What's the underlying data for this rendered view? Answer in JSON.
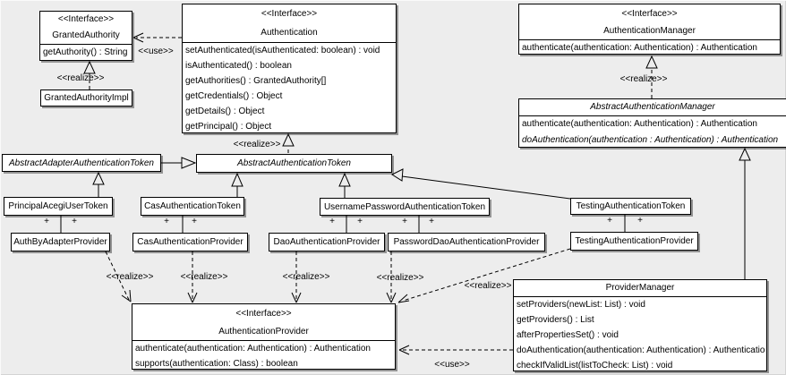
{
  "labels": {
    "plus": "+",
    "use": "&lt;&lt;use&gt;&gt;",
    "use_text": "<<use>>",
    "realize_text": "<<realize>>"
  },
  "classes": {
    "granted_authority": {
      "stereotype": "<<Interface>>",
      "name": "GrantedAuthority",
      "methods": [
        "getAuthority() : String"
      ]
    },
    "granted_authority_impl": {
      "name": "GrantedAuthorityImpl"
    },
    "authentication": {
      "stereotype": "<<Interface>>",
      "name": "Authentication",
      "methods": [
        "setAuthenticated(isAuthenticated: boolean) : void",
        "isAuthenticated() : boolean",
        "getAuthorities() : GrantedAuthority[]",
        "getCredentials() : Object",
        "getDetails() : Object",
        "getPrincipal() : Object"
      ]
    },
    "authentication_manager": {
      "stereotype": "<<Interface>>",
      "name": "AuthenticationManager",
      "methods": [
        "authenticate(authentication: Authentication) : Authentication"
      ]
    },
    "abstract_authentication_manager": {
      "name": "AbstractAuthenticationManager",
      "methods": [
        "authenticate(authentication: Authentication) : Authentication",
        "doAuthentication(authentication : Authentication) : Authentication"
      ]
    },
    "abstract_adapter_authentication_token": {
      "name": "AbstractAdapterAuthenticationToken"
    },
    "abstract_authentication_token": {
      "name": "AbstractAuthenticationToken"
    },
    "principal_acegi_user_token": {
      "name": "PrincipalAcegiUserToken"
    },
    "cas_authentication_token": {
      "name": "CasAuthenticationToken"
    },
    "username_password_authentication_token": {
      "name": "UsernamePasswordAuthenticationToken"
    },
    "testing_authentication_token": {
      "name": "TestingAuthenticationToken"
    },
    "auth_by_adapter_provider": {
      "name": "AuthByAdapterProvider"
    },
    "cas_authentication_provider": {
      "name": "CasAuthenticationProvider"
    },
    "dao_authentication_provider": {
      "name": "DaoAuthenticationProvider"
    },
    "password_dao_authentication_provider": {
      "name": "PasswordDaoAuthenticationProvider"
    },
    "testing_authentication_provider": {
      "name": "TestingAuthenticationProvider"
    },
    "authentication_provider": {
      "stereotype": "<<Interface>>",
      "name": "AuthenticationProvider",
      "methods": [
        "authenticate(authentication: Authentication) : Authentication",
        "supports(authentication: Class) : boolean"
      ]
    },
    "provider_manager": {
      "name": "ProviderManager",
      "methods": [
        "setProviders(newList: List) : void",
        "getProviders() : List",
        "afterPropertiesSet() : void",
        "doAuthentication(authentication: Authentication) : Authenticatio",
        "checkIfValidList(listToCheck: List) : void"
      ]
    }
  },
  "relationships": [
    {
      "type": "use",
      "from": "Authentication",
      "to": "GrantedAuthority",
      "label": "<<use>>"
    },
    {
      "type": "realize",
      "from": "GrantedAuthorityImpl",
      "to": "GrantedAuthority",
      "label": "<<realize>>"
    },
    {
      "type": "realize",
      "from": "AbstractAuthenticationToken",
      "to": "Authentication",
      "label": "<<realize>>"
    },
    {
      "type": "realize",
      "from": "AbstractAuthenticationManager",
      "to": "AuthenticationManager",
      "label": "<<realize>>"
    },
    {
      "type": "generalization",
      "from": "AbstractAdapterAuthenticationToken",
      "to": "AbstractAuthenticationToken"
    },
    {
      "type": "generalization",
      "from": "PrincipalAcegiUserToken",
      "to": "AbstractAdapterAuthenticationToken"
    },
    {
      "type": "generalization",
      "from": "CasAuthenticationToken",
      "to": "AbstractAuthenticationToken"
    },
    {
      "type": "generalization",
      "from": "UsernamePasswordAuthenticationToken",
      "to": "AbstractAuthenticationToken"
    },
    {
      "type": "generalization",
      "from": "TestingAuthenticationToken",
      "to": "AbstractAuthenticationToken"
    },
    {
      "type": "generalization",
      "from": "ProviderManager",
      "to": "AbstractAuthenticationManager"
    },
    {
      "type": "association",
      "from": "PrincipalAcegiUserToken",
      "to": "AuthByAdapterProvider",
      "end_labels": [
        "+",
        "+"
      ]
    },
    {
      "type": "association",
      "from": "CasAuthenticationToken",
      "to": "CasAuthenticationProvider",
      "end_labels": [
        "+",
        "+"
      ]
    },
    {
      "type": "association",
      "from": "UsernamePasswordAuthenticationToken",
      "to": "DaoAuthenticationProvider",
      "end_labels": [
        "+",
        "+"
      ]
    },
    {
      "type": "association",
      "from": "UsernamePasswordAuthenticationToken",
      "to": "PasswordDaoAuthenticationProvider",
      "end_labels": [
        "+",
        "+"
      ]
    },
    {
      "type": "association",
      "from": "TestingAuthenticationToken",
      "to": "TestingAuthenticationProvider",
      "end_labels": [
        "+",
        "+"
      ]
    },
    {
      "type": "realize",
      "from": "AuthByAdapterProvider",
      "to": "AuthenticationProvider",
      "label": "<<realize>>"
    },
    {
      "type": "realize",
      "from": "CasAuthenticationProvider",
      "to": "AuthenticationProvider",
      "label": "<<realize>>"
    },
    {
      "type": "realize",
      "from": "DaoAuthenticationProvider",
      "to": "AuthenticationProvider",
      "label": "<<realize>>"
    },
    {
      "type": "realize",
      "from": "PasswordDaoAuthenticationProvider",
      "to": "AuthenticationProvider",
      "label": "<<realize>>"
    },
    {
      "type": "realize",
      "from": "TestingAuthenticationProvider",
      "to": "AuthenticationProvider",
      "label": "<<realize>>"
    },
    {
      "type": "use",
      "from": "ProviderManager",
      "to": "AuthenticationProvider",
      "label": "<<use>>"
    }
  ]
}
